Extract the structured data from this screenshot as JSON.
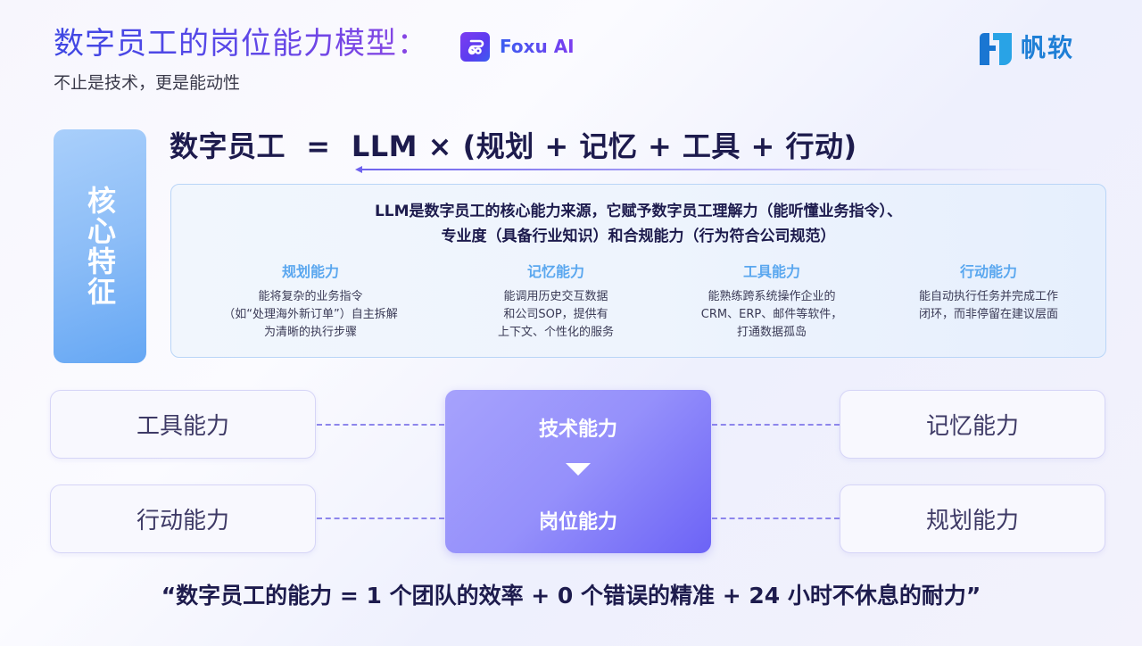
{
  "header": {
    "title": "数字员工的岗位能力模型：",
    "brand_product": "Foxu AI",
    "subtitle": "不止是技术，更是能动性",
    "company_logo_text": "帆软",
    "colors": {
      "title_gradient_start": "#3f47e3",
      "title_gradient_end": "#8b45e3",
      "company_blue": "#1f7fd6"
    }
  },
  "core": {
    "side_label": "核心特征",
    "formula": "数字员工  =  LLM × (规划 + 记忆 + 工具 + 行动)",
    "description_lines": [
      "LLM是数字员工的核心能力来源，它赋予数字员工理解力（能听懂业务指令）、",
      "专业度（具备行业知识）和合规能力（行为符合公司规范）"
    ],
    "capabilities": [
      {
        "title": "规划能力",
        "lines": [
          "能将复杂的业务指令",
          "（如“处理海外新订单”）自主拆解",
          "为清晰的执行步骤"
        ]
      },
      {
        "title": "记忆能力",
        "lines": [
          "能调用历史交互数据",
          "和公司SOP，提供有",
          "上下文、个性化的服务"
        ]
      },
      {
        "title": "工具能力",
        "lines": [
          "能熟练跨系统操作企业的",
          "CRM、ERP、邮件等软件，",
          "打通数据孤岛"
        ]
      },
      {
        "title": "行动能力",
        "lines": [
          "能自动执行任务并完成工作",
          "闭环，而非停留在建议层面"
        ]
      }
    ],
    "colors": {
      "capability_title": "#5aa7ef",
      "side_label_bg": "#8cbdf7"
    }
  },
  "diagram": {
    "left_boxes": [
      "工具能力",
      "行动能力"
    ],
    "right_boxes": [
      "记忆能力",
      "规划能力"
    ],
    "center_top": "技术能力",
    "center_bottom": "岗位能力",
    "colors": {
      "center_gradient_start": "#a6a2fc",
      "center_gradient_end": "#6c63f6",
      "dash": "#8d86ec"
    }
  },
  "quote": "“数字员工的能力 = 1 个团队的效率 + 0 个错误的精准 + 24 小时不休息的耐力”"
}
